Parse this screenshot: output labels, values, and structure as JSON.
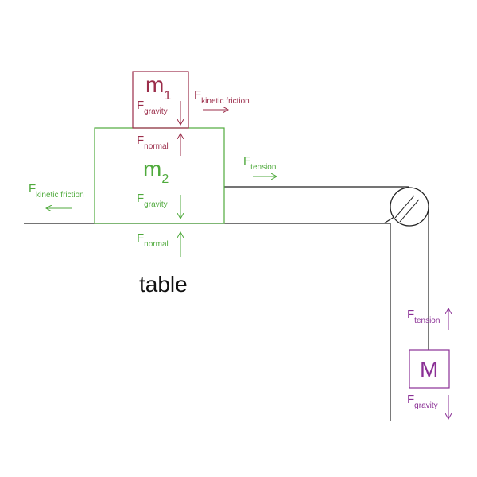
{
  "colors": {
    "m1": "#9b2d4a",
    "m2": "#4faa3c",
    "mass_M": "#8a2f95",
    "structure": "#222222"
  },
  "labels": {
    "m1_base": "m",
    "m1_sub": "1",
    "m2_base": "m",
    "m2_sub": "2",
    "M": "M",
    "table": "table",
    "F": "F",
    "gravity": "gravity",
    "normal": "normal",
    "kinetic_friction": "kinetic friction",
    "tension": "tension"
  }
}
